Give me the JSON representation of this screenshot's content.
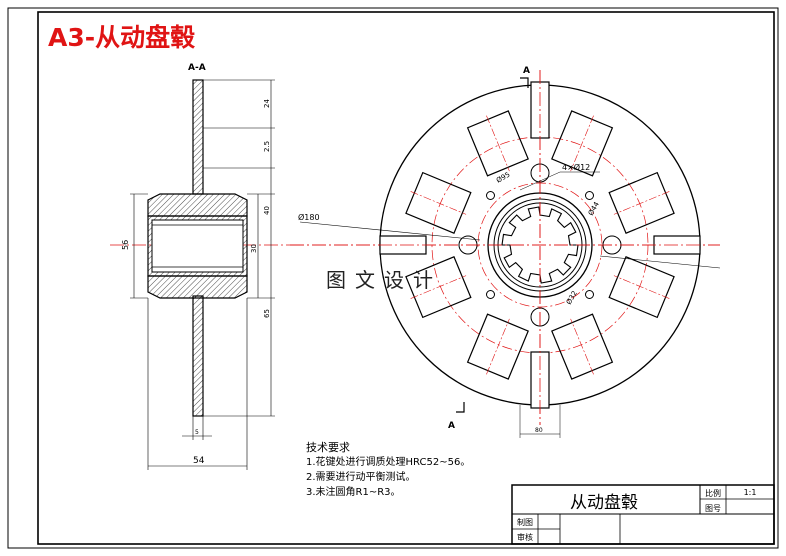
{
  "drawing_title": "A3-从动盘毂",
  "section_label": "A-A",
  "section_marker": "A",
  "dimensions": {
    "overall_height": "56",
    "base_width": "54",
    "flange_thickness": "5",
    "dim_24": "24",
    "dim_25": "2.5",
    "dim_40": "40",
    "dim_30": "30",
    "dim_65": "65",
    "outer_diameter": "Ø180",
    "holes_small": "4×Ø12",
    "dim_95": "Ø95",
    "dim_44": "Ø44",
    "dim_32": "Ø32",
    "slot_width": "80"
  },
  "watermark": "图文设计",
  "tech_requirements": {
    "heading": "技术要求",
    "items": [
      "1.花键处进行调质处理HRC52~56。",
      "2.需要进行动平衡测试。",
      "3.未注圆角R1~R3。"
    ]
  },
  "title_block": {
    "part_name": "从动盘毂",
    "scale_label": "比例",
    "scale_value": "1:1",
    "drawing_no_label": "图号",
    "drawn_label": "制图",
    "checked_label": "审核"
  },
  "colors": {
    "title": "#e01414",
    "centerline": "#e01414",
    "lines": "#000000"
  }
}
